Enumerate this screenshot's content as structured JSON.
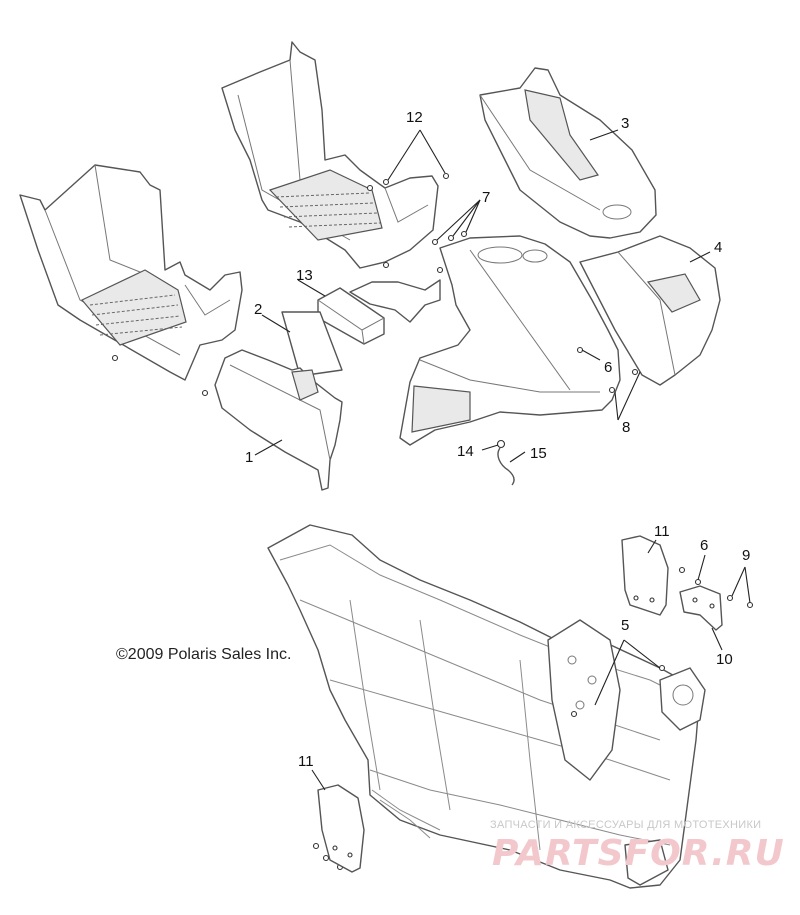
{
  "copyright": "©2009 Polaris Sales Inc.",
  "watermark": {
    "line1": "ЗАПЧАСТИ И АКСЕССУАРЫ ДЛЯ МОТОТЕХНИКИ",
    "line2": "PARTSFOR.RU"
  },
  "callouts": [
    "1",
    "2",
    "3",
    "4",
    "5",
    "6",
    "6",
    "7",
    "8",
    "9",
    "10",
    "11",
    "11",
    "12",
    "13",
    "14",
    "15"
  ],
  "colors": {
    "line_art": "#555555",
    "watermark_red": "#f3c8cc",
    "watermark_gray": "#c8c8c8"
  }
}
